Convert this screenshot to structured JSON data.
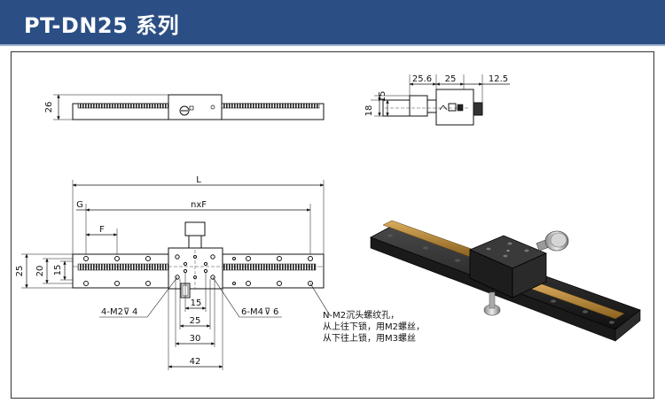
{
  "header": {
    "title": "PT-DN25 系列"
  },
  "side_view": {
    "height_label": "26"
  },
  "end_view": {
    "dims": [
      "25.6",
      "25",
      "12.5"
    ],
    "height_15": "15",
    "height_18": "18"
  },
  "top_view": {
    "length_label": "L",
    "pitch_label": "nxF",
    "g_label": "G",
    "f_label": "F",
    "h25": "25",
    "h20": "20",
    "h15": "15",
    "bottom_dims": [
      "15",
      "25",
      "30",
      "42"
    ],
    "hole_left": "4-M2",
    "hole_left_depth": "4",
    "hole_right": "6-M4",
    "hole_right_depth": "6"
  },
  "note": {
    "lines": [
      "N-M2沉头螺纹孔，",
      "从上往下锁，用M2螺丝，",
      "从下往上锁，用M3螺丝"
    ]
  },
  "colors": {
    "header_bg": "#2b4f84",
    "rail": "#2a2a2a",
    "rack": "#b8893a"
  }
}
